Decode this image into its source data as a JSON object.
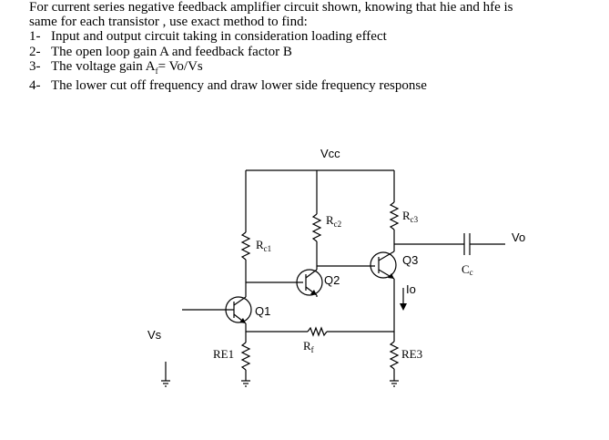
{
  "problem": {
    "intro_line1": "For current series negative feedback amplifier circuit shown, knowing that  hie and hfe is",
    "intro_line2": "same for each transistor , use exact method to find:",
    "items": [
      {
        "num": "1-",
        "text": "Input and output circuit taking in consideration loading effect"
      },
      {
        "num": "2-",
        "text": "The open loop gain A and feedback factor B"
      },
      {
        "num": "3-",
        "text": "The voltage gain A",
        "sub": "f",
        "tail": "= Vo/Vs"
      },
      {
        "num": "4-",
        "text": "The lower cut off frequency and draw lower side frequency response"
      }
    ]
  },
  "circuit": {
    "labels": {
      "vcc": "Vcc",
      "rc1_main": "R",
      "rc1_sub": "c1",
      "rc2_main": "R",
      "rc2_sub": "c2",
      "rc3_main": "R",
      "rc3_sub": "c3",
      "q1": "Q1",
      "q2": "Q2",
      "q3": "Q3",
      "io": "Io",
      "cc_main": "C",
      "cc_sub": "c",
      "vo": "Vo",
      "vs": "Vs",
      "rf_main": "R",
      "rf_sub": "f",
      "re1": "RE1",
      "re3": "RE3"
    }
  }
}
